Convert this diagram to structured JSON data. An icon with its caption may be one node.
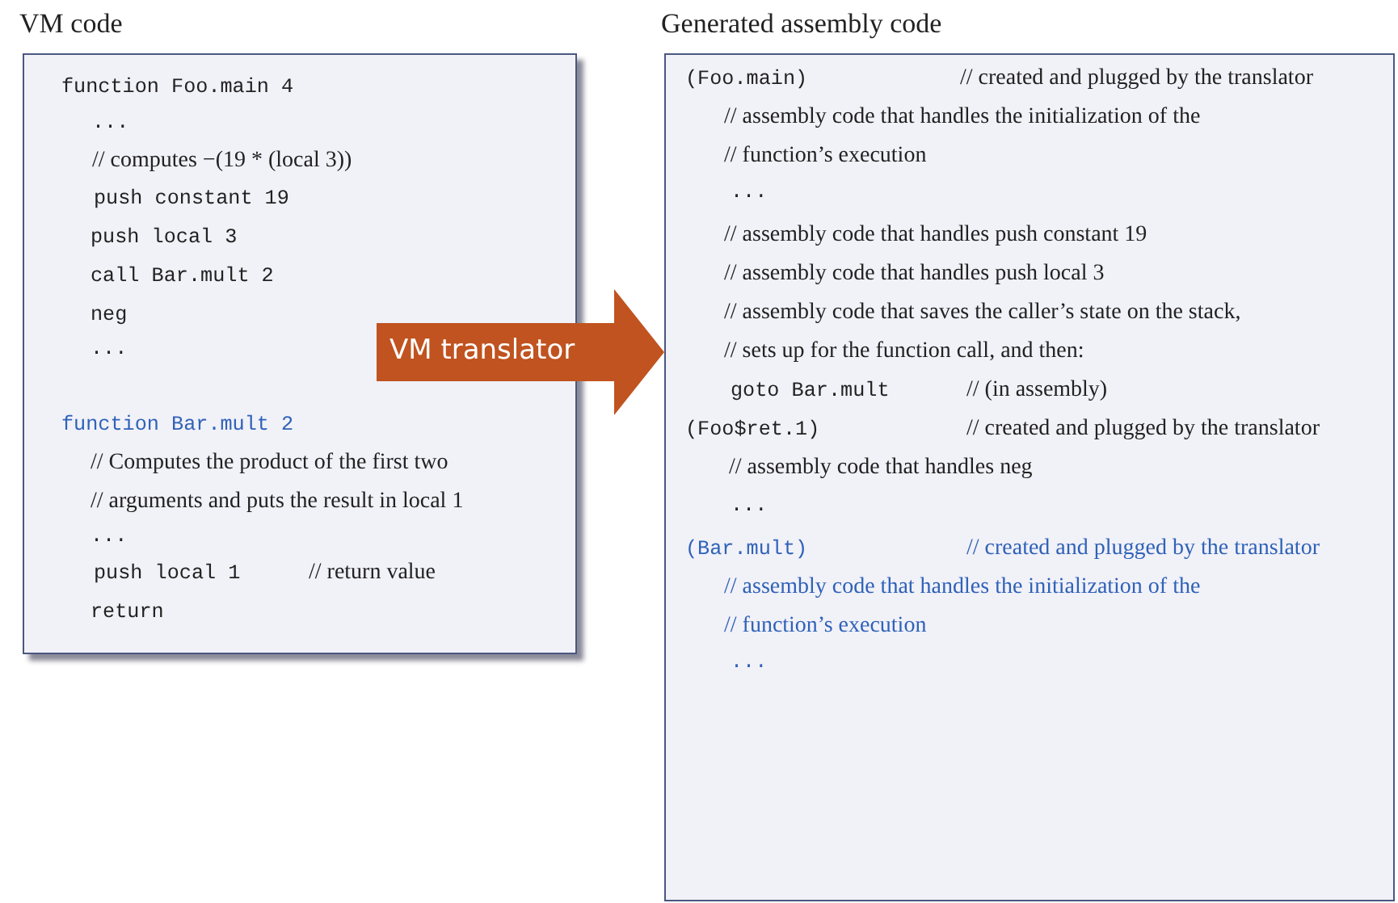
{
  "diagram": {
    "nodes": [
      {
        "text": [
          "VM code",
          "function Foo.main 4",
          "...",
          "// computes −(19 * (local 3))",
          "push constant 19",
          "push local 3",
          "call Bar.mult 2",
          "neg",
          "...",
          "function Bar.mult 2",
          "// Computes the product of the first two",
          "// arguments and puts the result in local 1",
          "...",
          "push local 1",
          "// return value",
          "return"
        ]
      },
      {
        "text": [
          "Generated assembly code",
          "(Foo.main)",
          "// created and plugged by the translator",
          "// assembly code that handles the initialization of the",
          "// function’s execution",
          "...",
          "// assembly code that handles push constant 19",
          "// assembly code that handles push local 3",
          "// assembly code that saves the caller’s state on the stack,",
          "// sets up for the function call, and then:",
          "goto Bar.mult",
          "// (in assembly)",
          "(Foo$ret.1)",
          "// created and plugged by the translator",
          "// assembly code that handles neg",
          "...",
          "(Bar.mult)",
          "// created and plugged by the translator",
          "// assembly code that handles the initialization of the",
          "// function’s execution",
          "..."
        ]
      }
    ],
    "edges": [
      {
        "from": 0,
        "to": 1,
        "arrow": "to",
        "label": "VM translator"
      }
    ]
  }
}
